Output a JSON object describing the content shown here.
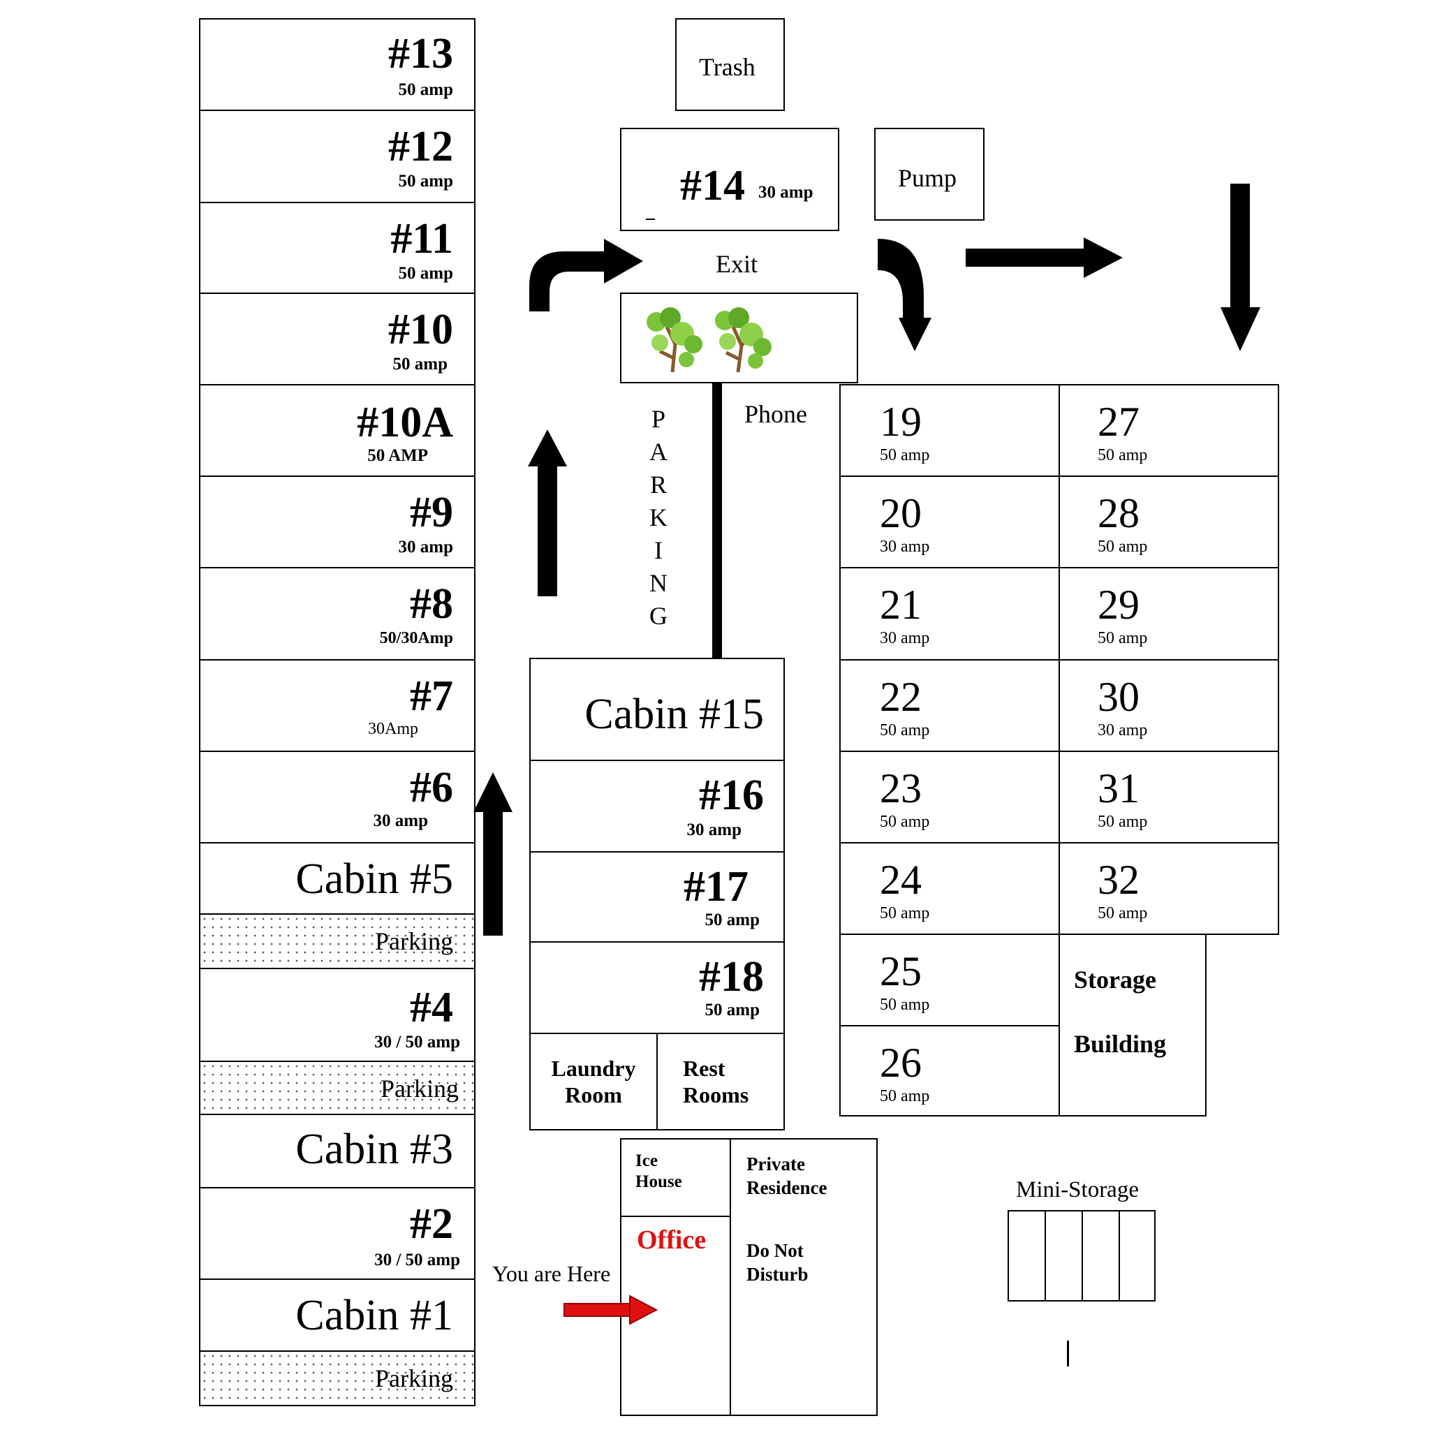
{
  "left_column": {
    "site13": {
      "num": "#13",
      "amp": "50  amp"
    },
    "site12": {
      "num": "#12",
      "amp": "50  amp"
    },
    "site11": {
      "num": "#11",
      "amp": "50  amp"
    },
    "site10": {
      "num": "#10",
      "amp": "50  amp"
    },
    "site10a": {
      "num": "#10A",
      "amp": "50 AMP"
    },
    "site9": {
      "num": "#9",
      "amp": "30  amp"
    },
    "site8": {
      "num": "#8",
      "amp": "50/30Amp"
    },
    "site7": {
      "num": "#7",
      "amp": "30Amp"
    },
    "site6": {
      "num": "#6",
      "amp": "30 amp"
    },
    "cabin5": "Cabin #5",
    "parking_a": "Parking",
    "site4": {
      "num": "#4",
      "amp": "30 / 50 amp"
    },
    "parking_b": "Parking",
    "cabin3": "Cabin #3",
    "site2": {
      "num": "#2",
      "amp": "30 / 50 amp"
    },
    "cabin1": "Cabin #1",
    "parking_c": "Parking"
  },
  "top": {
    "trash": "Trash",
    "site14": {
      "num": "#14",
      "amp": "30 amp"
    },
    "pump": "Pump",
    "exit": "Exit",
    "phone": "Phone",
    "parking_vertical": [
      "P",
      "A",
      "R",
      "K",
      "I",
      "N",
      "G"
    ]
  },
  "middle_column": {
    "cabin15": "Cabin #15",
    "site16": {
      "num": "#16",
      "amp": "30 amp"
    },
    "site17": {
      "num": "#17",
      "amp": "50 amp"
    },
    "site18": {
      "num": "#18",
      "amp": "50 amp"
    },
    "laundry": [
      "Laundry",
      "Room"
    ],
    "restrooms": [
      "Rest",
      "Rooms"
    ]
  },
  "right_grid": {
    "col1": [
      {
        "num": "19",
        "amp": "50 amp"
      },
      {
        "num": "20",
        "amp": "30 amp"
      },
      {
        "num": "21",
        "amp": "30 amp"
      },
      {
        "num": "22",
        "amp": "50 amp"
      },
      {
        "num": "23",
        "amp": "50 amp"
      },
      {
        "num": "24",
        "amp": "50 amp"
      },
      {
        "num": "25",
        "amp": "50 amp"
      },
      {
        "num": "26",
        "amp": "50 amp"
      }
    ],
    "col2": [
      {
        "num": "27",
        "amp": "50 amp"
      },
      {
        "num": "28",
        "amp": "50 amp"
      },
      {
        "num": "29",
        "amp": "50 amp"
      },
      {
        "num": "30",
        "amp": "30 amp"
      },
      {
        "num": "31",
        "amp": "50 amp"
      },
      {
        "num": "32",
        "amp": "50 amp"
      }
    ],
    "storage": [
      "Storage",
      "Building"
    ]
  },
  "bottom": {
    "ice_house": [
      "Ice",
      "House"
    ],
    "office": "Office",
    "private_residence": [
      "Private",
      "Residence"
    ],
    "do_not_disturb": [
      "Do Not",
      "Disturb"
    ],
    "you_are_here": "You are Here",
    "mini_storage": "Mini-Storage"
  },
  "colors": {
    "office": "#e01010",
    "you_are_here_arrow": "#e01010",
    "foliage": "#7cc43a"
  }
}
